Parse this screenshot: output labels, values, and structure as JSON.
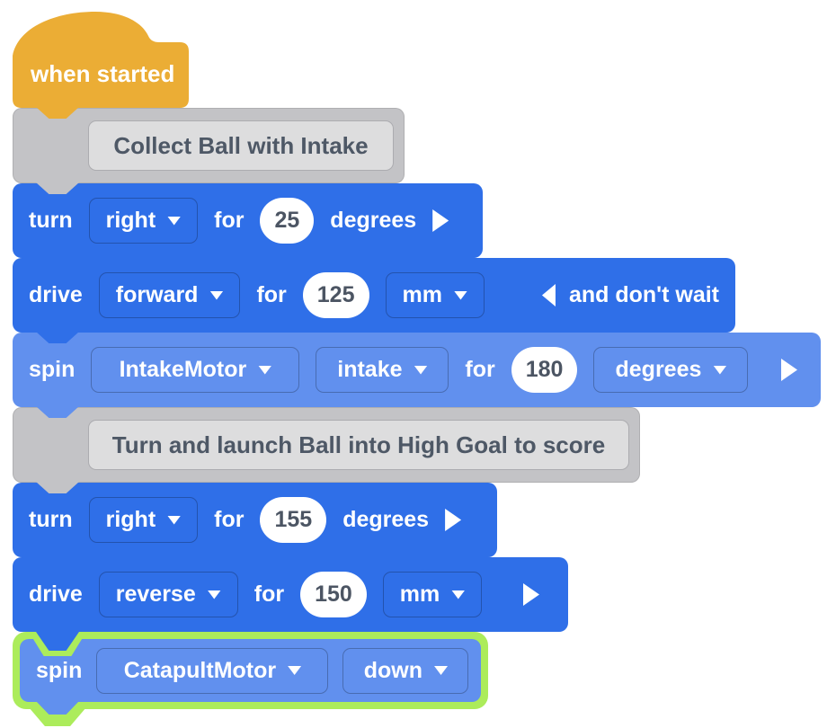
{
  "colors": {
    "block_blue": "#2F6FE8",
    "block_blue_light": "#6190EE",
    "hat_yellow": "#EBAD35",
    "comment_gray": "#C3C3C6",
    "comment_field_gray": "#DDDDDE",
    "highlight_green": "#ACEC5B",
    "value_text": "#4C5563",
    "block_text": "#FFFFFF"
  },
  "script": {
    "hat": {
      "label": "when started"
    },
    "comment_collect": {
      "text": "Collect Ball with Intake"
    },
    "turn_1": {
      "verb": "turn",
      "direction": "right",
      "for_label": "for",
      "value": "25",
      "unit_label": "degrees"
    },
    "drive_1": {
      "verb": "drive",
      "direction": "forward",
      "for_label": "for",
      "value": "125",
      "unit": "mm",
      "expand_label": "and don't wait"
    },
    "spin_1": {
      "verb": "spin",
      "motor": "IntakeMotor",
      "direction": "intake",
      "for_label": "for",
      "value": "180",
      "unit": "degrees"
    },
    "comment_launch": {
      "text": "Turn and launch Ball into High Goal to score"
    },
    "turn_2": {
      "verb": "turn",
      "direction": "right",
      "for_label": "for",
      "value": "155",
      "unit_label": "degrees"
    },
    "drive_2": {
      "verb": "drive",
      "direction": "reverse",
      "for_label": "for",
      "value": "150",
      "unit": "mm"
    },
    "spin_2": {
      "verb": "spin",
      "motor": "CatapultMotor",
      "direction": "down"
    }
  }
}
